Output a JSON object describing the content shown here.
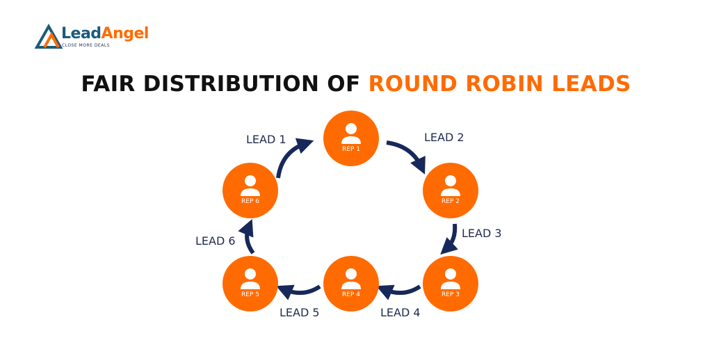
{
  "logo": {
    "name_part1": "Lead",
    "name_part2": "Angel",
    "tagline": "CLOSE MORE DEALS"
  },
  "title": {
    "part1": "FAIR DISTRIBUTION OF ",
    "part2": "ROUND ROBIN LEADS"
  },
  "reps": [
    "REP 1",
    "REP 2",
    "REP 3",
    "REP 4",
    "REP 5",
    "REP 6"
  ],
  "leads": [
    "LEAD 1",
    "LEAD 2",
    "LEAD 3",
    "LEAD 4",
    "LEAD 5",
    "LEAD 6"
  ],
  "colors": {
    "orange": "#ff6b00",
    "navy": "#17285a",
    "logo_blue": "#1c5a7d"
  }
}
